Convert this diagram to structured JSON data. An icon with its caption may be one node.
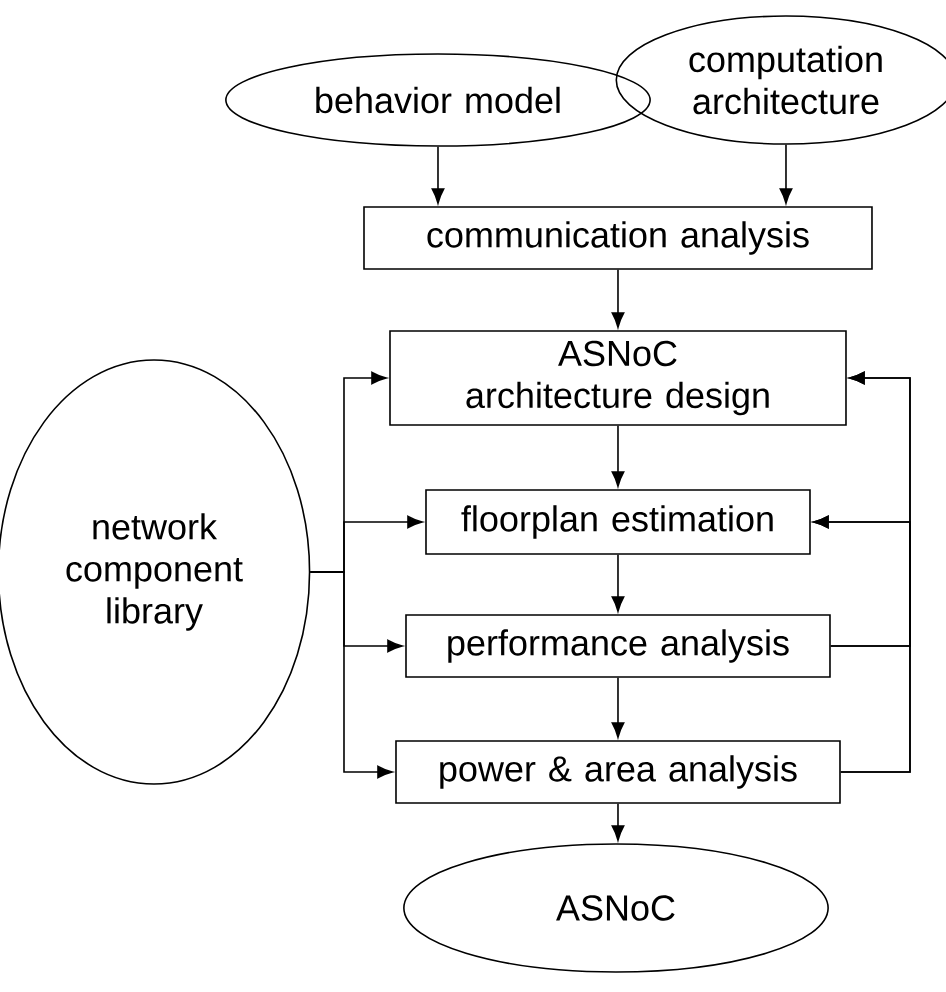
{
  "diagram": {
    "nodes": [
      {
        "text": [
          "behavior model"
        ]
      },
      {
        "text": [
          "computation architecture"
        ]
      },
      {
        "text": [
          "communication analysis"
        ]
      },
      {
        "text": [
          "ASNoC architecture design"
        ]
      },
      {
        "text": [
          "network component library"
        ]
      },
      {
        "text": [
          "floorplan estimation"
        ]
      },
      {
        "text": [
          "performance analysis"
        ]
      },
      {
        "text": [
          "power & area analysis"
        ]
      },
      {
        "text": [
          "ASNoC"
        ]
      }
    ],
    "edges": [
      {
        "from": 0,
        "to": 2,
        "arrow": "to"
      },
      {
        "from": 1,
        "to": 2,
        "arrow": "to"
      },
      {
        "from": 2,
        "to": 3,
        "arrow": "to"
      },
      {
        "from": 3,
        "to": 5,
        "arrow": "to"
      },
      {
        "from": 5,
        "to": 6,
        "arrow": "to"
      },
      {
        "from": 6,
        "to": 7,
        "arrow": "to"
      },
      {
        "from": 7,
        "to": 8,
        "arrow": "to"
      },
      {
        "from": 4,
        "to": 3,
        "arrow": "to"
      },
      {
        "from": 4,
        "to": 5,
        "arrow": "to"
      },
      {
        "from": 4,
        "to": 6,
        "arrow": "to"
      },
      {
        "from": 4,
        "to": 7,
        "arrow": "to"
      },
      {
        "from": 6,
        "to": 3,
        "arrow": "to"
      },
      {
        "from": 6,
        "to": 5,
        "arrow": "to"
      },
      {
        "from": 7,
        "to": 3,
        "arrow": "to"
      },
      {
        "from": 7,
        "to": 5,
        "arrow": "to"
      }
    ]
  }
}
